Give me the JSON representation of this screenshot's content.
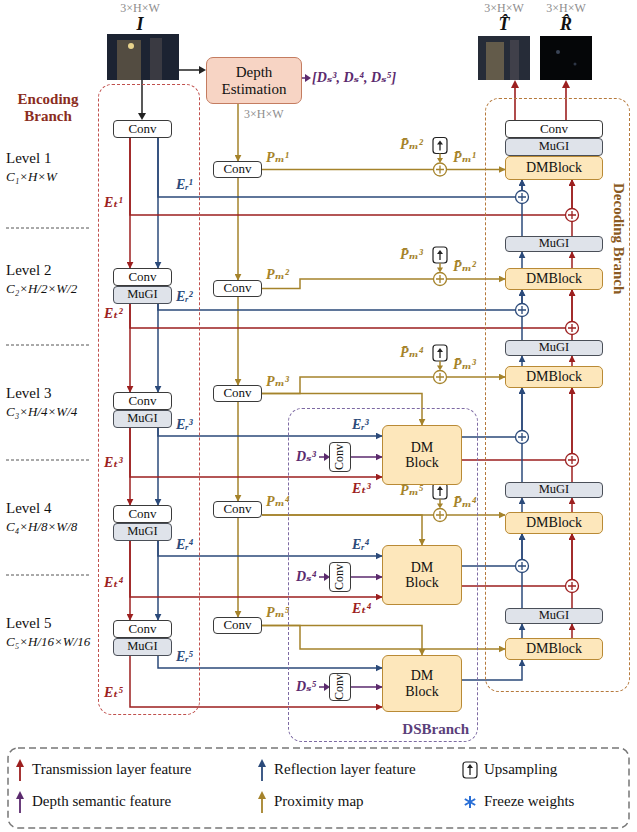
{
  "diagram": {
    "nodes": [
      {
        "text": [
          "Encoding Branch"
        ]
      },
      {
        "text": [
          "Conv"
        ],
        "in": 0
      },
      {
        "text": [
          "Conv"
        ],
        "in": 0
      },
      {
        "text": [
          "MuGI"
        ],
        "in": 0
      },
      {
        "text": [
          "Conv"
        ],
        "in": 0
      },
      {
        "text": [
          "MuGI"
        ],
        "in": 0
      },
      {
        "text": [
          "Conv"
        ],
        "in": 0
      },
      {
        "text": [
          "MuGI"
        ],
        "in": 0
      },
      {
        "text": [
          "Conv"
        ],
        "in": 0
      },
      {
        "text": [
          "MuGI"
        ],
        "in": 0
      },
      {
        "text": [
          "Depth Estimation"
        ]
      },
      {
        "text": [
          "Conv"
        ]
      },
      {
        "text": [
          "Conv"
        ]
      },
      {
        "text": [
          "Conv"
        ]
      },
      {
        "text": [
          "Conv"
        ]
      },
      {
        "text": [
          "Conv"
        ]
      },
      {
        "text": [
          "DSBranch"
        ]
      },
      {
        "text": [
          "Conv"
        ],
        "in": 16
      },
      {
        "text": [
          "DM Block"
        ],
        "in": 16
      },
      {
        "text": [
          "Conv"
        ],
        "in": 16
      },
      {
        "text": [
          "DM Block"
        ],
        "in": 16
      },
      {
        "text": [
          "Conv"
        ],
        "in": 16
      },
      {
        "text": [
          "DM Block"
        ],
        "in": 16
      },
      {
        "text": [
          "Decoding Branch"
        ]
      },
      {
        "text": [
          "Conv"
        ],
        "in": 23
      },
      {
        "text": [
          "MuGI"
        ],
        "in": 23
      },
      {
        "text": [
          "DMBlock"
        ],
        "in": 23
      },
      {
        "text": [
          "MuGI"
        ],
        "in": 23
      },
      {
        "text": [
          "DMBlock"
        ],
        "in": 23
      },
      {
        "text": [
          "MuGI"
        ],
        "in": 23
      },
      {
        "text": [
          "DMBlock"
        ],
        "in": 23
      },
      {
        "text": [
          "MuGI"
        ],
        "in": 23
      },
      {
        "text": [
          "DMBlock"
        ],
        "in": 23
      },
      {
        "text": [
          "MuGI"
        ],
        "in": 23
      },
      {
        "text": [
          "DMBlock"
        ],
        "in": 23
      }
    ],
    "edges": [
      {
        "from": 10,
        "to": 11,
        "arrow": "to"
      },
      {
        "from": 1,
        "to": 2,
        "arrow": "to"
      },
      {
        "from": 1,
        "to": 2,
        "arrow": "to"
      },
      {
        "from": 3,
        "to": 4,
        "arrow": "to"
      },
      {
        "from": 3,
        "to": 4,
        "arrow": "to"
      },
      {
        "from": 5,
        "to": 6,
        "arrow": "to"
      },
      {
        "from": 5,
        "to": 6,
        "arrow": "to"
      },
      {
        "from": 7,
        "to": 8,
        "arrow": "to"
      },
      {
        "from": 7,
        "to": 8,
        "arrow": "to"
      },
      {
        "from": 11,
        "to": 12,
        "arrow": "to"
      },
      {
        "from": 12,
        "to": 13,
        "arrow": "to"
      },
      {
        "from": 13,
        "to": 14,
        "arrow": "to"
      },
      {
        "from": 14,
        "to": 15,
        "arrow": "to"
      },
      {
        "from": 17,
        "to": 18,
        "arrow": "to"
      },
      {
        "from": 19,
        "to": 20,
        "arrow": "to"
      },
      {
        "from": 21,
        "to": 22,
        "arrow": "to"
      },
      {
        "from": 1,
        "to": 26,
        "arrow": "to"
      },
      {
        "from": 1,
        "to": 26,
        "arrow": "to"
      },
      {
        "from": 3,
        "to": 28,
        "arrow": "to"
      },
      {
        "from": 3,
        "to": 28,
        "arrow": "to"
      },
      {
        "from": 5,
        "to": 18,
        "arrow": "to"
      },
      {
        "from": 5,
        "to": 18,
        "arrow": "to"
      },
      {
        "from": 7,
        "to": 20,
        "arrow": "to"
      },
      {
        "from": 7,
        "to": 20,
        "arrow": "to"
      },
      {
        "from": 9,
        "to": 22,
        "arrow": "to"
      },
      {
        "from": 9,
        "to": 22,
        "arrow": "to"
      },
      {
        "from": 11,
        "to": 26,
        "arrow": "to"
      },
      {
        "from": 12,
        "to": 28,
        "arrow": "to"
      },
      {
        "from": 13,
        "to": 30,
        "arrow": "to"
      },
      {
        "from": 13,
        "to": 18,
        "arrow": "to"
      },
      {
        "from": 14,
        "to": 32,
        "arrow": "to"
      },
      {
        "from": 14,
        "to": 20,
        "arrow": "to"
      },
      {
        "from": 15,
        "to": 34,
        "arrow": "to"
      },
      {
        "from": 15,
        "to": 22,
        "arrow": "to"
      },
      {
        "from": 18,
        "to": 30,
        "arrow": "to"
      },
      {
        "from": 18,
        "to": 30,
        "arrow": "to"
      },
      {
        "from": 20,
        "to": 32,
        "arrow": "to"
      },
      {
        "from": 20,
        "to": 32,
        "arrow": "to"
      },
      {
        "from": 22,
        "to": 34,
        "arrow": "to"
      },
      {
        "from": 34,
        "to": 33,
        "arrow": "to"
      },
      {
        "from": 34,
        "to": 33,
        "arrow": "to"
      },
      {
        "from": 33,
        "to": 32,
        "arrow": "to"
      },
      {
        "from": 33,
        "to": 32,
        "arrow": "to"
      },
      {
        "from": 32,
        "to": 31,
        "arrow": "to"
      },
      {
        "from": 32,
        "to": 31,
        "arrow": "to"
      },
      {
        "from": 31,
        "to": 30,
        "arrow": "to"
      },
      {
        "from": 31,
        "to": 30,
        "arrow": "to"
      },
      {
        "from": 30,
        "to": 29,
        "arrow": "to"
      },
      {
        "from": 30,
        "to": 29,
        "arrow": "to"
      },
      {
        "from": 29,
        "to": 28,
        "arrow": "to"
      },
      {
        "from": 29,
        "to": 28,
        "arrow": "to"
      },
      {
        "from": 28,
        "to": 27,
        "arrow": "to"
      },
      {
        "from": 28,
        "to": 27,
        "arrow": "to"
      },
      {
        "from": 27,
        "to": 26,
        "arrow": "to"
      },
      {
        "from": 27,
        "to": 26,
        "arrow": "to"
      }
    ],
    "labels": [
      "3×H×W",
      "I",
      "[Dₛ³, Dₛ⁴, Dₛ⁵]",
      "3×H×W",
      "3×H×W",
      "T̂",
      "R̂",
      "3×H×W",
      "Level 1",
      "C₁×H×W",
      "Eₜ¹",
      "Eᵣ¹",
      "Pₘ¹",
      "P̄ₘ²",
      "P̄ₘ¹",
      "Level 2",
      "C₂×H/2×W/2",
      "Eₜ²",
      "Eᵣ²",
      "Pₘ²",
      "P̄ₘ³",
      "P̄ₘ²",
      "Level 3",
      "C₃×H/4×W/4",
      "Eₜ³",
      "Eᵣ³",
      "Pₘ³",
      "P̄ₘ⁴",
      "P̄ₘ³",
      "Dₛ³",
      "Eᵣ³",
      "Eₜ³",
      "Level 4",
      "C₄×H/8×W/8",
      "Eₜ⁴",
      "Eᵣ⁴",
      "Pₘ⁴",
      "P̄ₘ⁵",
      "P̄ₘ⁴",
      "Dₛ⁴",
      "Eᵣ⁴",
      "Eₜ⁴",
      "Level 5",
      "C₅×H/16×W/16",
      "Eₜ⁵",
      "Eᵣ⁵",
      "Pₘ⁵",
      "Dₛ⁵"
    ],
    "legend": [
      {
        "text": "Transmission layer feature"
      },
      {
        "text": "Reflection layer feature"
      },
      {
        "text": "Upsampling"
      },
      {
        "text": "Depth semantic feature"
      },
      {
        "text": "Proximity map"
      },
      {
        "text": "Freeze weights"
      }
    ]
  }
}
